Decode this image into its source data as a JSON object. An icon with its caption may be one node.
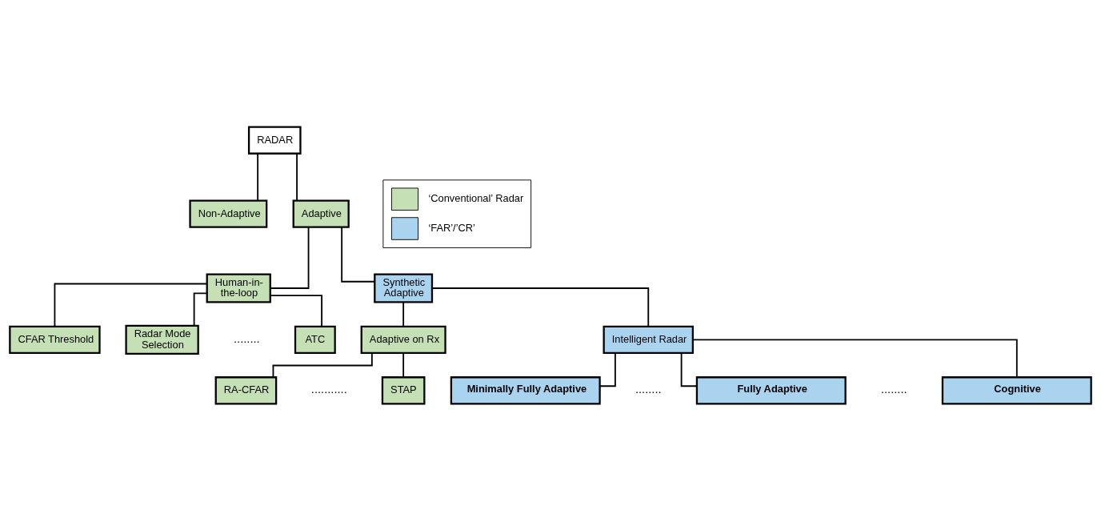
{
  "diagram": {
    "nodes": [
      {
        "text": [
          "RADAR"
        ]
      },
      {
        "text": [
          "Non-Adaptive"
        ]
      },
      {
        "text": [
          "Adaptive"
        ]
      },
      {
        "text": [
          "Human-in-the-loop"
        ]
      },
      {
        "text": [
          "Synthetic Adaptive"
        ]
      },
      {
        "text": [
          "CFAR Threshold"
        ]
      },
      {
        "text": [
          "Radar Mode Selection"
        ]
      },
      {
        "text": [
          "ATC"
        ]
      },
      {
        "text": [
          "Adaptive on Rx"
        ]
      },
      {
        "text": [
          "Intelligent Radar"
        ]
      },
      {
        "text": [
          "RA-CFAR"
        ]
      },
      {
        "text": [
          "STAP"
        ]
      },
      {
        "text": [
          "Minimally Fully Adaptive"
        ]
      },
      {
        "text": [
          "Fully Adaptive"
        ]
      },
      {
        "text": [
          "Cognitive"
        ]
      }
    ],
    "edges": [
      {
        "from": 0,
        "to": 1,
        "arrow": "none"
      },
      {
        "from": 0,
        "to": 2,
        "arrow": "none"
      },
      {
        "from": 2,
        "to": 3,
        "arrow": "none"
      },
      {
        "from": 2,
        "to": 4,
        "arrow": "none"
      },
      {
        "from": 3,
        "to": 5,
        "arrow": "none"
      },
      {
        "from": 3,
        "to": 6,
        "arrow": "none"
      },
      {
        "from": 3,
        "to": 7,
        "arrow": "none"
      },
      {
        "from": 4,
        "to": 8,
        "arrow": "none"
      },
      {
        "from": 4,
        "to": 9,
        "arrow": "none"
      },
      {
        "from": 8,
        "to": 10,
        "arrow": "none"
      },
      {
        "from": 8,
        "to": 11,
        "arrow": "none"
      },
      {
        "from": 9,
        "to": 12,
        "arrow": "none"
      },
      {
        "from": 9,
        "to": 13,
        "arrow": "none"
      },
      {
        "from": 9,
        "to": 14,
        "arrow": "none"
      }
    ],
    "labels": [
      "........",
      "...........",
      "........",
      "........"
    ],
    "legend": [
      {
        "text": "‘Conventional’ Radar",
        "color": "#c5e0b4"
      },
      {
        "text": "‘FAR’/’CR’",
        "color": "#a9d3ef"
      }
    ]
  }
}
